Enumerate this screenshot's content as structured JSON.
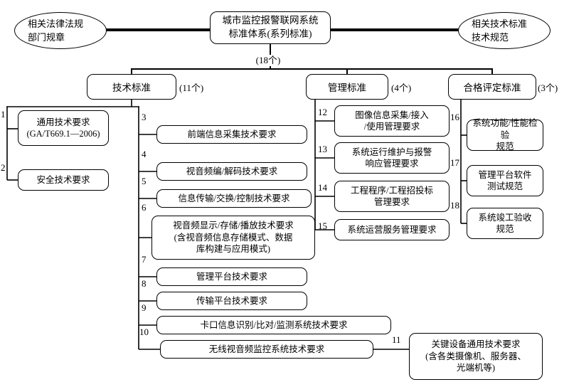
{
  "top": {
    "left_ellipse": "相关法律法规\n部门规章",
    "root_title": "城市监控报警联网系统\n标准体系(系列标准)",
    "right_ellipse": "相关技术标准\n技术规范",
    "total_count": "(18个)"
  },
  "branches": {
    "tech": {
      "label": "技术标准",
      "count": "(11个)"
    },
    "mgmt": {
      "label": "管理标准",
      "count": "(4个)"
    },
    "conform": {
      "label": "合格评定标准",
      "count": "(3个)"
    }
  },
  "nodes": {
    "n1": {
      "num": "1",
      "text": "通用技术要求\n(GA/T669.1—2006)"
    },
    "n2": {
      "num": "2",
      "text": "安全技术要求"
    },
    "n3": {
      "num": "3",
      "text": "前端信息采集技术要求"
    },
    "n4": {
      "num": "4",
      "text": "视音频编/解码技术要求"
    },
    "n5": {
      "num": "5",
      "text": "信息传输/交换/控制技术要求"
    },
    "n6": {
      "num": "6",
      "text": "视音频显示/存储/播放技术要求\n(含视音频信息存储模式、数据\n库构建与应用模式)"
    },
    "n7": {
      "num": "7",
      "text": "管理平台技术要求"
    },
    "n8": {
      "num": "8",
      "text": "传输平台技术要求"
    },
    "n9": {
      "num": "9",
      "text": "卡口信息识别/比对/监测系统技术要求"
    },
    "n10": {
      "num": "10",
      "text": "无线视音频监控系统技术要求"
    },
    "n11": {
      "num": "11",
      "text": "关键设备通用技术要求\n(含各类摄像机、服务器、\n光端机等)"
    },
    "n12": {
      "num": "12",
      "text": "图像信息采集/接入\n/使用管理要求"
    },
    "n13": {
      "num": "13",
      "text": "系统运行维护与报警\n响应管理要求"
    },
    "n14": {
      "num": "14",
      "text": "工程程序/工程招投标\n管理要求"
    },
    "n15": {
      "num": "15",
      "text": "系统运营服务管理要求"
    },
    "n16": {
      "num": "16",
      "text": "系统功能/性能检验\n规范"
    },
    "n17": {
      "num": "17",
      "text": "管理平台软件\n测试规范"
    },
    "n18": {
      "num": "18",
      "text": "系统竣工验收\n规范"
    }
  }
}
